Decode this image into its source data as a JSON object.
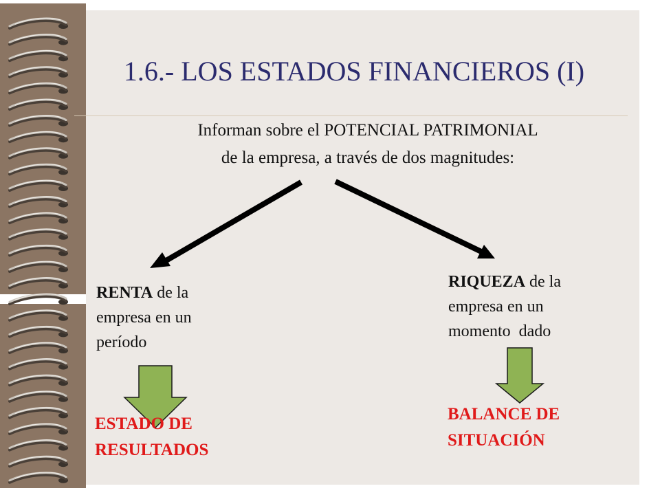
{
  "slide": {
    "title": "1.6.- LOS ESTADOS FINANCIEROS (I)",
    "intro": {
      "line1": "Informan sobre el POTENCIAL PATRIMONIAL",
      "line2": "de la empresa, a través de dos magnitudes:"
    }
  },
  "diagram": {
    "left": {
      "keyword": "RENTA",
      "line1_rest": " de la",
      "line2": "empresa en un",
      "line3": "período",
      "result_line1": "ESTADO DE",
      "result_line2": "RESULTADOS"
    },
    "right": {
      "keyword": "RIQUEZA",
      "line1_rest": " de la",
      "line2": "empresa en un",
      "line3": "momento  dado",
      "result_line1": "BALANCE DE",
      "result_line2": "SITUACIÓN"
    }
  },
  "colors": {
    "page_background": "#ede9e5",
    "binding": "#8b7563",
    "title": "#2b2b6e",
    "result_text": "#e01a1a",
    "block_arrow_fill": "#8fb354",
    "connector_arrow": "#000000"
  },
  "icons": {
    "spiral": "spiral-binding-icon",
    "down_arrow": "block-down-arrow-icon"
  }
}
